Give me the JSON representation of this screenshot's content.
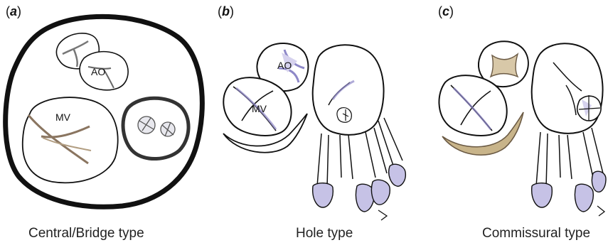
{
  "panels": [
    {
      "letter": "a",
      "caption": "Central/Bridge type",
      "labels": {
        "mv": "MV",
        "ao": "AO"
      }
    },
    {
      "letter": "b",
      "caption": "Hole type",
      "labels": {
        "mv": "MV",
        "ao": "AO"
      }
    },
    {
      "letter": "c",
      "caption": "Commissural type"
    }
  ],
  "colors": {
    "outline": "#111111",
    "lavender": "#b8b4dc",
    "tan": "#c8b48a",
    "brown": "#8a7560"
  }
}
